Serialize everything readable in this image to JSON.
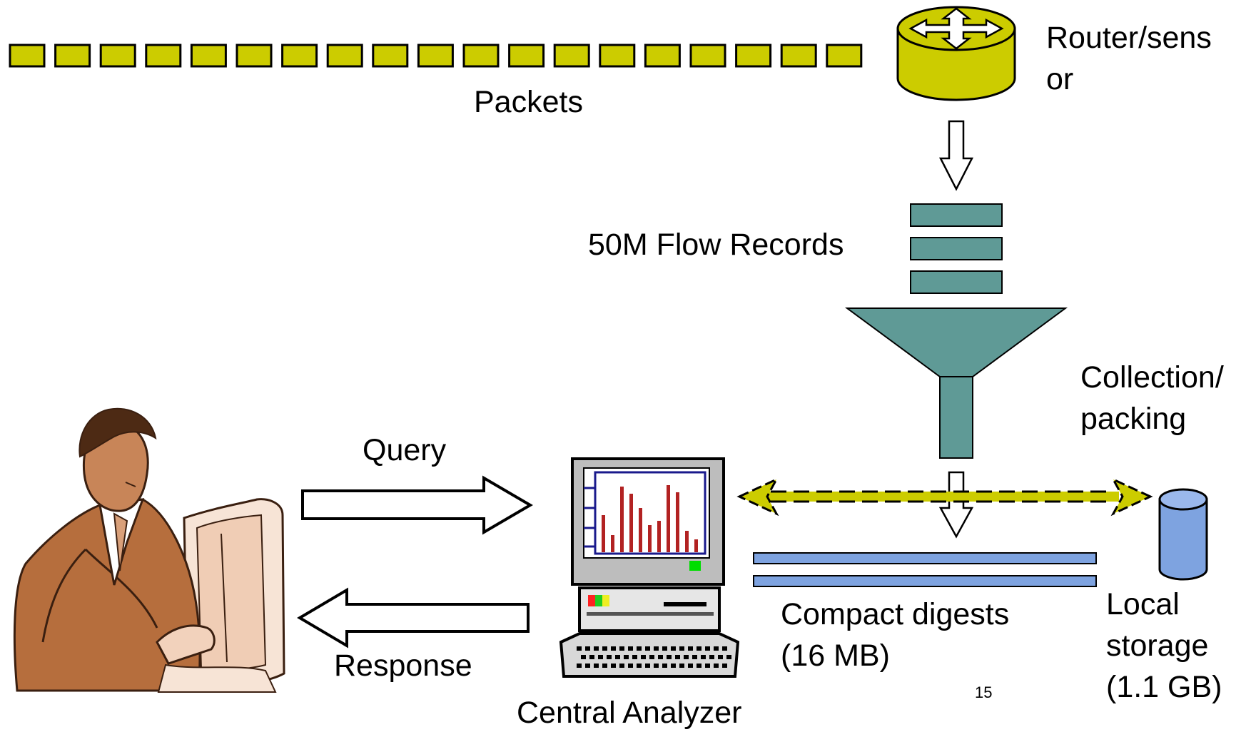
{
  "labels": {
    "packets": "Packets",
    "router_line1": "Router/sens",
    "router_line2": "or",
    "flow_records": "50M Flow Records",
    "collection_line1": "Collection/",
    "collection_line2": "packing",
    "query": "Query",
    "response": "Response",
    "central_analyzer": "Central Analyzer",
    "digests_line1": "Compact digests",
    "digests_line2": "(16 MB)",
    "storage_line1": "Local",
    "storage_line2": "storage",
    "storage_line3": "(1.1 GB)",
    "page_number": "15"
  },
  "counts": {
    "packets": 19,
    "flow_records": 3,
    "digest_bars": 2
  },
  "colors": {
    "packet": "#cccc00",
    "router": "#cccc00",
    "flow_record": "#5f9a96",
    "funnel": "#5f9a96",
    "digest": "#7ea3e0",
    "storage": "#7ea3e0",
    "double_arrow": "#cccc00",
    "analyzer_bars": "#b22222"
  },
  "icons": {
    "router": "router-icon",
    "funnel": "funnel-icon",
    "analyzer": "computer-icon",
    "storage": "database-icon",
    "person": "person-at-computer-icon"
  }
}
